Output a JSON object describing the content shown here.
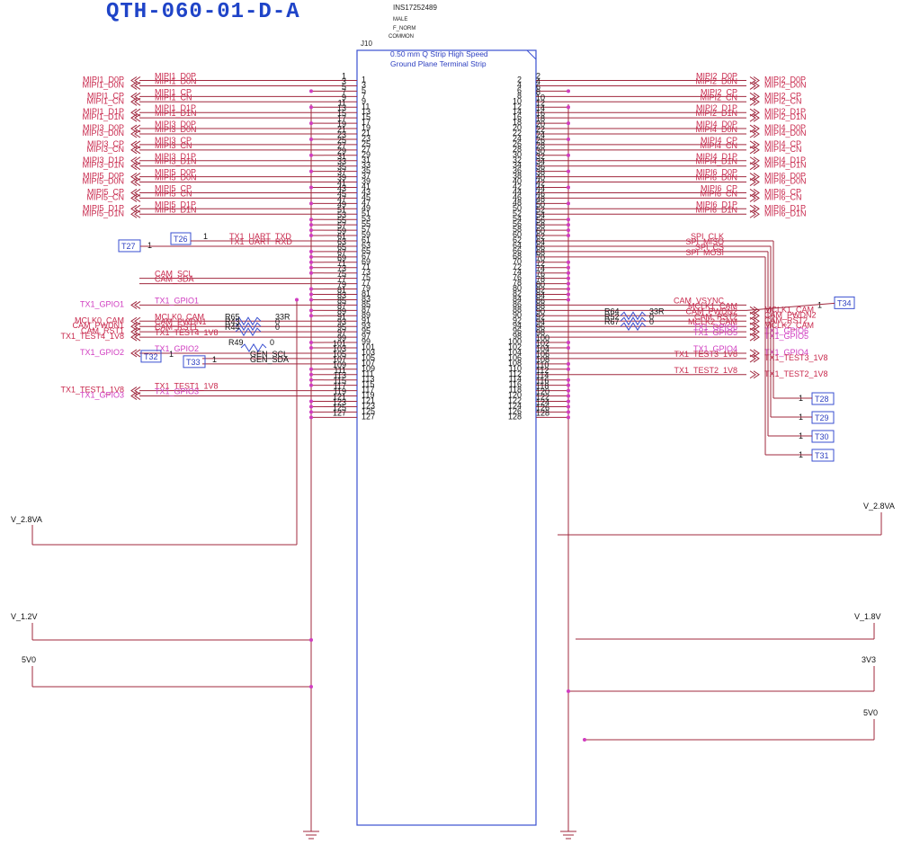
{
  "title": "QTH-060-01-D-A",
  "component": {
    "ref": "J10",
    "part_number": "INS17252489",
    "gender": "MALE",
    "orientation": "F_NORM",
    "config": "COMMON",
    "description_line1": "0.50 mm Q Strip High Speed",
    "description_line2": "Ground Plane Terminal Strip"
  },
  "left_pins": [
    {
      "pin": 1,
      "net": "MIPI1_D0P",
      "port": "MIPI1_D0P",
      "c": "red"
    },
    {
      "pin": 3,
      "net": "MIPI1_D0N",
      "port": "MIPI1_D0N",
      "c": "red"
    },
    {
      "pin": 5,
      "net": ""
    },
    {
      "pin": 7,
      "net": "MIPI1_CP",
      "port": "MIPI1_CP",
      "c": "red"
    },
    {
      "pin": 9,
      "net": "MIPI1_CN",
      "port": "MIPI1_CN",
      "c": "red"
    },
    {
      "pin": 11,
      "net": ""
    },
    {
      "pin": 13,
      "net": "MIPI1_D1P",
      "port": "MIPI1_D1P",
      "c": "red"
    },
    {
      "pin": 15,
      "net": "MIPI1_D1N",
      "port": "MIPI1_D1N",
      "c": "red"
    },
    {
      "pin": 17,
      "net": ""
    },
    {
      "pin": 19,
      "net": "MIPI3_D0P",
      "port": "MIPI3_D0P",
      "c": "red"
    },
    {
      "pin": 21,
      "net": "MIPI3_D0N",
      "port": "MIPI3_D0N",
      "c": "red"
    },
    {
      "pin": 23,
      "net": ""
    },
    {
      "pin": 25,
      "net": "MIPI3_CP",
      "port": "MIPI3_CP",
      "c": "red"
    },
    {
      "pin": 27,
      "net": "MIPI3_CN",
      "port": "MIPI3_CN",
      "c": "red"
    },
    {
      "pin": 29,
      "net": ""
    },
    {
      "pin": 31,
      "net": "MIPI3_D1P",
      "port": "MIPI3_D1P",
      "c": "red"
    },
    {
      "pin": 33,
      "net": "MIPI3_D1N",
      "port": "MIPI3_D1N",
      "c": "red"
    },
    {
      "pin": 35,
      "net": ""
    },
    {
      "pin": 37,
      "net": "MIPI5_D0P",
      "port": "MIPI5_D0P",
      "c": "red"
    },
    {
      "pin": 39,
      "net": "MIPI5_D0N",
      "port": "MIPI5_D0N",
      "c": "red"
    },
    {
      "pin": 41,
      "net": ""
    },
    {
      "pin": 43,
      "net": "MIPI5_CP",
      "port": "MIPI5_CP",
      "c": "red"
    },
    {
      "pin": 45,
      "net": "MIPI5_CN",
      "port": "MIPI5_CN",
      "c": "red"
    },
    {
      "pin": 47,
      "net": ""
    },
    {
      "pin": 49,
      "net": "MIPI5_D1P",
      "port": "MIPI5_D1P",
      "c": "red"
    },
    {
      "pin": 51,
      "net": "MIPI5_D1N",
      "port": "MIPI5_D1N",
      "c": "red"
    },
    {
      "pin": 53,
      "net": ""
    },
    {
      "pin": 55,
      "net": ""
    },
    {
      "pin": 57,
      "net": ""
    },
    {
      "pin": 59,
      "net": ""
    },
    {
      "pin": 61,
      "net": "TX1_UART_TXD",
      "c": "red"
    },
    {
      "pin": 63,
      "net": "TX1_UART_RXD",
      "c": "red"
    },
    {
      "pin": 65,
      "net": ""
    },
    {
      "pin": 67,
      "net": ""
    },
    {
      "pin": 69,
      "net": ""
    },
    {
      "pin": 71,
      "net": ""
    },
    {
      "pin": 73,
      "net": ""
    },
    {
      "pin": 75,
      "net": "CAM_SCL",
      "c": "red"
    },
    {
      "pin": 77,
      "net": "CAM_SDA",
      "c": "red"
    },
    {
      "pin": 79,
      "net": ""
    },
    {
      "pin": 81,
      "net": ""
    },
    {
      "pin": 83,
      "net": ""
    },
    {
      "pin": 85,
      "net": "TX1_GPIO1",
      "port": "TX1_GPIO1",
      "c": "mag"
    },
    {
      "pin": 87,
      "net": ""
    },
    {
      "pin": 89,
      "net": ""
    },
    {
      "pin": 91,
      "net": "MCLK0_CAM",
      "port": "MCLK0_CAM",
      "c": "red"
    },
    {
      "pin": 93,
      "net": "CAM_PWDN1",
      "port": "CAM_PWDN1",
      "c": "red"
    },
    {
      "pin": 95,
      "net": "CAM_RST1",
      "port": "CAM_RST1",
      "c": "red"
    },
    {
      "pin": 97,
      "net": "TX1_TEST4_1V8",
      "port": "TX1_TEST4_1V8",
      "c": "red"
    },
    {
      "pin": 99,
      "net": ""
    },
    {
      "pin": 101,
      "net": ""
    },
    {
      "pin": 103,
      "net": "TX1_GPIO2",
      "port": "TX1_GPIO2",
      "c": "mag"
    },
    {
      "pin": 105,
      "net": "GEN_SCL",
      "c": "blk"
    },
    {
      "pin": 107,
      "net": "GEN_SDA",
      "c": "blk"
    },
    {
      "pin": 109,
      "net": ""
    },
    {
      "pin": 111,
      "net": ""
    },
    {
      "pin": 113,
      "net": ""
    },
    {
      "pin": 115,
      "net": ""
    },
    {
      "pin": 117,
      "net": "TX1_TEST1_1V8",
      "port": "TX1_TEST1_1V8",
      "c": "red"
    },
    {
      "pin": 119,
      "net": "TX1_GPIO3",
      "port": "TX1_GPIO3",
      "c": "mag"
    },
    {
      "pin": 121,
      "net": ""
    },
    {
      "pin": 123,
      "net": ""
    },
    {
      "pin": 125,
      "net": ""
    },
    {
      "pin": 127,
      "net": ""
    }
  ],
  "right_pins": [
    {
      "pin": 2,
      "net": "MIPI2_D0P",
      "port": "MIPI2_D0P",
      "c": "red"
    },
    {
      "pin": 4,
      "net": "MIPI2_D0N",
      "port": "MIPI2_D0N",
      "c": "red"
    },
    {
      "pin": 6,
      "net": ""
    },
    {
      "pin": 8,
      "net": "MIPI2_CP",
      "port": "MIPI2_CP",
      "c": "red"
    },
    {
      "pin": 10,
      "net": "MIPI2_CN",
      "port": "MIPI2_CN",
      "c": "red"
    },
    {
      "pin": 12,
      "net": ""
    },
    {
      "pin": 14,
      "net": "MIPI2_D1P",
      "port": "MIPI2_D1P",
      "c": "red"
    },
    {
      "pin": 16,
      "net": "MIPI2_D1N",
      "port": "MIPI2_D1N",
      "c": "red"
    },
    {
      "pin": 18,
      "net": ""
    },
    {
      "pin": 20,
      "net": "MIPI4_D0P",
      "port": "MIPI4_D0P",
      "c": "red"
    },
    {
      "pin": 22,
      "net": "MIPI4_D0N",
      "port": "MIPI4_D0N",
      "c": "red"
    },
    {
      "pin": 24,
      "net": ""
    },
    {
      "pin": 26,
      "net": "MIPI4_CP",
      "port": "MIPI4_CP",
      "c": "red"
    },
    {
      "pin": 28,
      "net": "MIPI4_CN",
      "port": "MIPI4_CN",
      "c": "red"
    },
    {
      "pin": 30,
      "net": ""
    },
    {
      "pin": 32,
      "net": "MIPI4_D1P",
      "port": "MIPI4_D1P",
      "c": "red"
    },
    {
      "pin": 34,
      "net": "MIPI4_D1N",
      "port": "MIPI4_D1N",
      "c": "red"
    },
    {
      "pin": 36,
      "net": ""
    },
    {
      "pin": 38,
      "net": "MIPI6_D0P",
      "port": "MIPI6_D0P",
      "c": "red"
    },
    {
      "pin": 40,
      "net": "MIPI6_D0N",
      "port": "MIPI6_D0N",
      "c": "red"
    },
    {
      "pin": 42,
      "net": ""
    },
    {
      "pin": 44,
      "net": "MIPI6_CP",
      "port": "MIPI6_CP",
      "c": "red"
    },
    {
      "pin": 46,
      "net": "MIPI6_CN",
      "port": "MIPI6_CN",
      "c": "red"
    },
    {
      "pin": 48,
      "net": ""
    },
    {
      "pin": 50,
      "net": "MIPI6_D1P",
      "port": "MIPI6_D1P",
      "c": "red"
    },
    {
      "pin": 52,
      "net": "MIPI6_D1N",
      "port": "MIPI6_D1N",
      "c": "red"
    },
    {
      "pin": 54,
      "net": ""
    },
    {
      "pin": 56,
      "net": ""
    },
    {
      "pin": 58,
      "net": ""
    },
    {
      "pin": 60,
      "net": ""
    },
    {
      "pin": 62,
      "net": "SPI_CLK",
      "c": "red"
    },
    {
      "pin": 64,
      "net": "SPI_MISO",
      "c": "red"
    },
    {
      "pin": 66,
      "net": "SPI_CS",
      "c": "red"
    },
    {
      "pin": 68,
      "net": "SPI_MOSI",
      "c": "red"
    },
    {
      "pin": 70,
      "net": ""
    },
    {
      "pin": 72,
      "net": ""
    },
    {
      "pin": 74,
      "net": ""
    },
    {
      "pin": 76,
      "net": ""
    },
    {
      "pin": 78,
      "net": ""
    },
    {
      "pin": 80,
      "net": ""
    },
    {
      "pin": 82,
      "net": ""
    },
    {
      "pin": 84,
      "net": ""
    },
    {
      "pin": 86,
      "net": "CAM_VSYNC",
      "c": "red"
    },
    {
      "pin": 88,
      "net": "MCLK1_CAM",
      "port": "MCLK1_CAM",
      "c": "red"
    },
    {
      "pin": 90,
      "net": "CAM_PWDN2",
      "port": "CAM_PWDN2",
      "c": "red"
    },
    {
      "pin": 92,
      "net": "CAM_RST2",
      "port": "CAM_RST2",
      "c": "red"
    },
    {
      "pin": 94,
      "net": "MCLK2_CAM",
      "port": "MCLK2_CAM",
      "c": "red"
    },
    {
      "pin": 96,
      "net": "TX1_GPIO6",
      "port": "TX1_GPIO6",
      "c": "mag"
    },
    {
      "pin": 98,
      "net": "TX1_GPIO5",
      "port": "TX1_GPIO5",
      "c": "mag"
    },
    {
      "pin": 100,
      "net": ""
    },
    {
      "pin": 102,
      "net": ""
    },
    {
      "pin": 104,
      "net": "TX1_GPIO4",
      "port": "TX1_GPIO4",
      "c": "mag"
    },
    {
      "pin": 106,
      "net": "TX1_TEST3_1V8",
      "port": "TX1_TEST3_1V8",
      "c": "red"
    },
    {
      "pin": 108,
      "net": ""
    },
    {
      "pin": 110,
      "net": ""
    },
    {
      "pin": 112,
      "net": "TX1_TEST2_1V8",
      "port": "TX1_TEST2_1V8",
      "c": "red"
    },
    {
      "pin": 114,
      "net": ""
    },
    {
      "pin": 116,
      "net": ""
    },
    {
      "pin": 118,
      "net": ""
    },
    {
      "pin": 120,
      "net": ""
    },
    {
      "pin": 122,
      "net": ""
    },
    {
      "pin": 124,
      "net": ""
    },
    {
      "pin": 126,
      "net": ""
    },
    {
      "pin": 128,
      "net": ""
    }
  ],
  "test_points": [
    "T26",
    "T27",
    "T28",
    "T29",
    "T30",
    "T31",
    "T32",
    "T33",
    "T34"
  ],
  "test_point_pin": "1",
  "resistors": [
    {
      "ref": "R65",
      "value": "33R"
    },
    {
      "ref": "R43",
      "value": "0"
    },
    {
      "ref": "R44",
      "value": "0"
    },
    {
      "ref": "R49",
      "value": "0"
    },
    {
      "ref": "R64",
      "value": "33R"
    },
    {
      "ref": "R52",
      "value": "0"
    },
    {
      "ref": "R67",
      "value": "0"
    }
  ],
  "power_labels": {
    "left_2v8": "V_2.8VA",
    "right_2v8": "V_2.8VA",
    "left_1v2": "V_1.2V",
    "right_1v8": "V_1.8V",
    "left_5v0": "5V0",
    "right_3v3": "3V3",
    "right_5v0": "5V0"
  },
  "colors": {
    "wire": "#a0283e",
    "body": "#3a4fd0",
    "port": "#c8284c",
    "gpio": "#d03cc0",
    "node": "#d03cc0",
    "title": "#1f44c8"
  }
}
